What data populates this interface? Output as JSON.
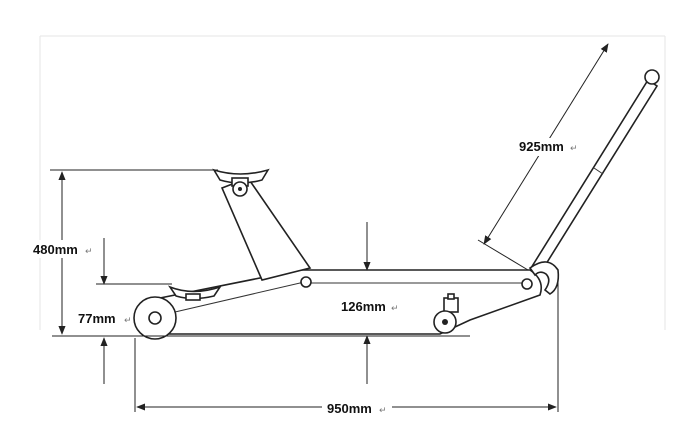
{
  "dimensions": {
    "max_height": "480mm",
    "min_height": "77mm",
    "frame_height": "126mm",
    "handle_length": "925mm",
    "overall_length": "950mm",
    "return_mark": "↵"
  },
  "colors": {
    "line": "#222222",
    "background": "#ffffff",
    "label": "#111111"
  }
}
